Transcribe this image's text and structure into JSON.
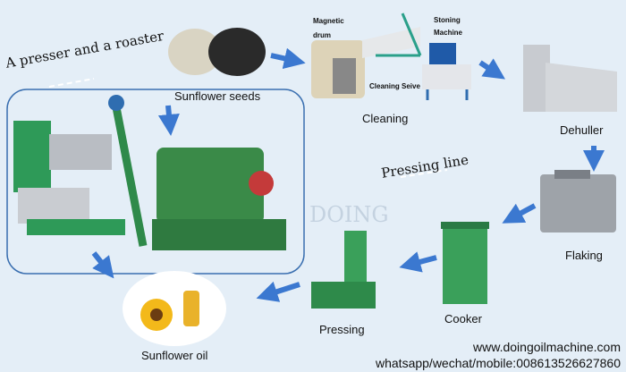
{
  "title_presser": "A presser and a roaster",
  "title_line": "Pressing line",
  "watermark": "DOING",
  "steps": {
    "seeds": "Sunflower seeds",
    "magnetic": "Magnetic drum",
    "seive": "Cleaning Seive",
    "stoning": "Stoning Machine",
    "cleaning": "Cleaning",
    "dehuller": "Dehuller",
    "flaking": "Flaking",
    "cooker": "Cooker",
    "pressing": "Pressing",
    "oil": "Sunflower oil"
  },
  "contact": {
    "website": "www.doingoilmachine.com",
    "phone": "whatsapp/wechat/mobile:008613526627860"
  },
  "colors": {
    "arrow": "#3b78d0",
    "box": "#3a6fb0",
    "machine_green": "#2f8a4a",
    "machine_grey": "#b8bcc2"
  }
}
